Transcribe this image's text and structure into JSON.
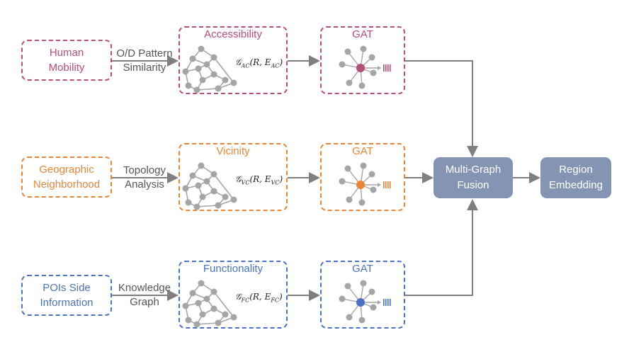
{
  "sources": [
    {
      "line1": "Human",
      "line2": "Mobility"
    },
    {
      "line1": "Geographic",
      "line2": "Neighborhood"
    },
    {
      "line1": "POIs Side",
      "line2": "Information"
    }
  ],
  "relations": [
    {
      "line1": "O/D Pattern",
      "line2": "Similarity"
    },
    {
      "line1": "Topology",
      "line2": "Analysis"
    },
    {
      "line1": "Knowledge",
      "line2": "Graph"
    }
  ],
  "graphs": [
    {
      "title": "Accessibility",
      "formula_main": "𝒢",
      "formula_sub": "AC",
      "formula_mid": "(R, E",
      "formula_sub2": "AC",
      "formula_end": ")"
    },
    {
      "title": "Vicinity",
      "formula_main": "𝒢",
      "formula_sub": "VC",
      "formula_mid": "(R, E",
      "formula_sub2": "VC",
      "formula_end": ")"
    },
    {
      "title": "Functionality",
      "formula_main": "𝒢",
      "formula_sub": "FC",
      "formula_mid": "(R, E",
      "formula_sub2": "FC",
      "formula_end": ")"
    }
  ],
  "gat": {
    "label": "GAT"
  },
  "fusion": {
    "line1": "Multi-Graph",
    "line2": "Fusion"
  },
  "output": {
    "line1": "Region",
    "line2": "Embedding"
  },
  "colors": {
    "magenta": "#b84d7a",
    "orange": "#ea8535",
    "blue": "#4a72c4",
    "node_gray": "#a5a5a5",
    "solid_box": "#8395b3",
    "arrow": "#7f7f7f"
  }
}
